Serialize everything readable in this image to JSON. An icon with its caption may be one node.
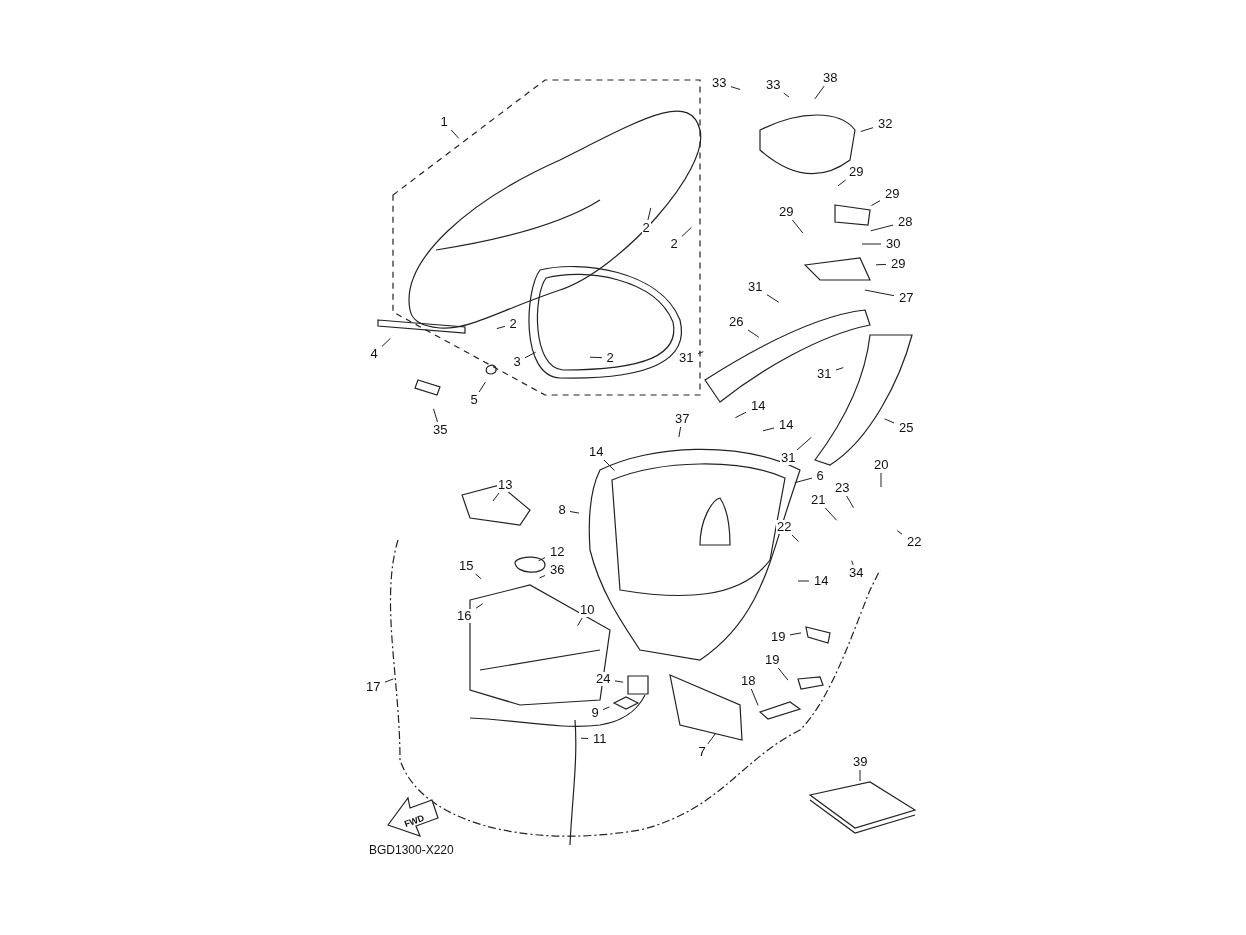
{
  "diagram": {
    "nodes": [
      {
        "text": [
          "1"
        ]
      },
      {
        "text": [
          "33"
        ]
      },
      {
        "text": [
          "33"
        ]
      },
      {
        "text": [
          "38"
        ]
      },
      {
        "text": [
          "32"
        ]
      },
      {
        "text": [
          "2"
        ]
      },
      {
        "text": [
          "2"
        ]
      },
      {
        "text": [
          "29"
        ]
      },
      {
        "text": [
          "29"
        ]
      },
      {
        "text": [
          "28"
        ]
      },
      {
        "text": [
          "29"
        ]
      },
      {
        "text": [
          "30"
        ]
      },
      {
        "text": [
          "29"
        ]
      },
      {
        "text": [
          "27"
        ]
      },
      {
        "text": [
          "31"
        ]
      },
      {
        "text": [
          "2"
        ]
      },
      {
        "text": [
          "4"
        ]
      },
      {
        "text": [
          "26"
        ]
      },
      {
        "text": [
          "2"
        ]
      },
      {
        "text": [
          "3"
        ]
      },
      {
        "text": [
          "31"
        ]
      },
      {
        "text": [
          "31"
        ]
      },
      {
        "text": [
          "5"
        ]
      },
      {
        "text": [
          "35"
        ]
      },
      {
        "text": [
          "14"
        ]
      },
      {
        "text": [
          "14"
        ]
      },
      {
        "text": [
          "37"
        ]
      },
      {
        "text": [
          "25"
        ]
      },
      {
        "text": [
          "31"
        ]
      },
      {
        "text": [
          "14"
        ]
      },
      {
        "text": [
          "20"
        ]
      },
      {
        "text": [
          "6"
        ]
      },
      {
        "text": [
          "13"
        ]
      },
      {
        "text": [
          "23"
        ]
      },
      {
        "text": [
          "8"
        ]
      },
      {
        "text": [
          "21"
        ]
      },
      {
        "text": [
          "22"
        ]
      },
      {
        "text": [
          "22"
        ]
      },
      {
        "text": [
          "12"
        ]
      },
      {
        "text": [
          "36"
        ]
      },
      {
        "text": [
          "15"
        ]
      },
      {
        "text": [
          "34"
        ]
      },
      {
        "text": [
          "14"
        ]
      },
      {
        "text": [
          "16"
        ]
      },
      {
        "text": [
          "10"
        ]
      },
      {
        "text": [
          "19"
        ]
      },
      {
        "text": [
          "19"
        ]
      },
      {
        "text": [
          "18"
        ]
      },
      {
        "text": [
          "24"
        ]
      },
      {
        "text": [
          "17"
        ]
      },
      {
        "text": [
          "9"
        ]
      },
      {
        "text": [
          "11"
        ]
      },
      {
        "text": [
          "7"
        ]
      },
      {
        "text": [
          "39"
        ]
      }
    ],
    "edges": [
      {
        "from": 0,
        "to": null,
        "arrow": "none"
      },
      {
        "from": 1,
        "to": null,
        "arrow": "none"
      },
      {
        "from": 2,
        "to": null,
        "arrow": "none"
      },
      {
        "from": 3,
        "to": null,
        "arrow": "none"
      },
      {
        "from": 4,
        "to": null,
        "arrow": "none"
      },
      {
        "from": 5,
        "to": null,
        "arrow": "none"
      },
      {
        "from": 6,
        "to": null,
        "arrow": "none"
      },
      {
        "from": 7,
        "to": null,
        "arrow": "none"
      },
      {
        "from": 8,
        "to": null,
        "arrow": "none"
      },
      {
        "from": 9,
        "to": null,
        "arrow": "none"
      },
      {
        "from": 10,
        "to": null,
        "arrow": "none"
      },
      {
        "from": 11,
        "to": null,
        "arrow": "none"
      },
      {
        "from": 12,
        "to": null,
        "arrow": "none"
      },
      {
        "from": 13,
        "to": null,
        "arrow": "none"
      },
      {
        "from": 14,
        "to": null,
        "arrow": "none"
      },
      {
        "from": 15,
        "to": null,
        "arrow": "none"
      },
      {
        "from": 16,
        "to": null,
        "arrow": "none"
      },
      {
        "from": 17,
        "to": null,
        "arrow": "none"
      },
      {
        "from": 18,
        "to": null,
        "arrow": "none"
      },
      {
        "from": 19,
        "to": null,
        "arrow": "none"
      },
      {
        "from": 20,
        "to": null,
        "arrow": "none"
      },
      {
        "from": 21,
        "to": null,
        "arrow": "none"
      },
      {
        "from": 22,
        "to": null,
        "arrow": "none"
      },
      {
        "from": 23,
        "to": null,
        "arrow": "none"
      },
      {
        "from": 24,
        "to": null,
        "arrow": "none"
      },
      {
        "from": 25,
        "to": null,
        "arrow": "none"
      },
      {
        "from": 26,
        "to": null,
        "arrow": "none"
      },
      {
        "from": 27,
        "to": null,
        "arrow": "none"
      },
      {
        "from": 28,
        "to": null,
        "arrow": "none"
      },
      {
        "from": 29,
        "to": null,
        "arrow": "none"
      },
      {
        "from": 30,
        "to": null,
        "arrow": "none"
      },
      {
        "from": 31,
        "to": null,
        "arrow": "none"
      },
      {
        "from": 32,
        "to": null,
        "arrow": "none"
      },
      {
        "from": 33,
        "to": null,
        "arrow": "none"
      },
      {
        "from": 34,
        "to": null,
        "arrow": "none"
      },
      {
        "from": 35,
        "to": null,
        "arrow": "none"
      },
      {
        "from": 36,
        "to": null,
        "arrow": "none"
      },
      {
        "from": 37,
        "to": null,
        "arrow": "none"
      },
      {
        "from": 38,
        "to": null,
        "arrow": "none"
      },
      {
        "from": 39,
        "to": null,
        "arrow": "none"
      },
      {
        "from": 40,
        "to": null,
        "arrow": "none"
      },
      {
        "from": 41,
        "to": null,
        "arrow": "none"
      },
      {
        "from": 42,
        "to": null,
        "arrow": "none"
      },
      {
        "from": 43,
        "to": null,
        "arrow": "none"
      },
      {
        "from": 44,
        "to": null,
        "arrow": "none"
      },
      {
        "from": 45,
        "to": null,
        "arrow": "none"
      },
      {
        "from": 46,
        "to": null,
        "arrow": "none"
      },
      {
        "from": 47,
        "to": null,
        "arrow": "none"
      },
      {
        "from": 48,
        "to": null,
        "arrow": "none"
      },
      {
        "from": 49,
        "to": null,
        "arrow": "none"
      },
      {
        "from": 50,
        "to": null,
        "arrow": "none"
      },
      {
        "from": 51,
        "to": null,
        "arrow": "none"
      },
      {
        "from": 52,
        "to": null,
        "arrow": "none"
      },
      {
        "from": 53,
        "to": null,
        "arrow": "none"
      }
    ],
    "labels": [
      "FWD",
      "BGD1300-X220"
    ]
  }
}
